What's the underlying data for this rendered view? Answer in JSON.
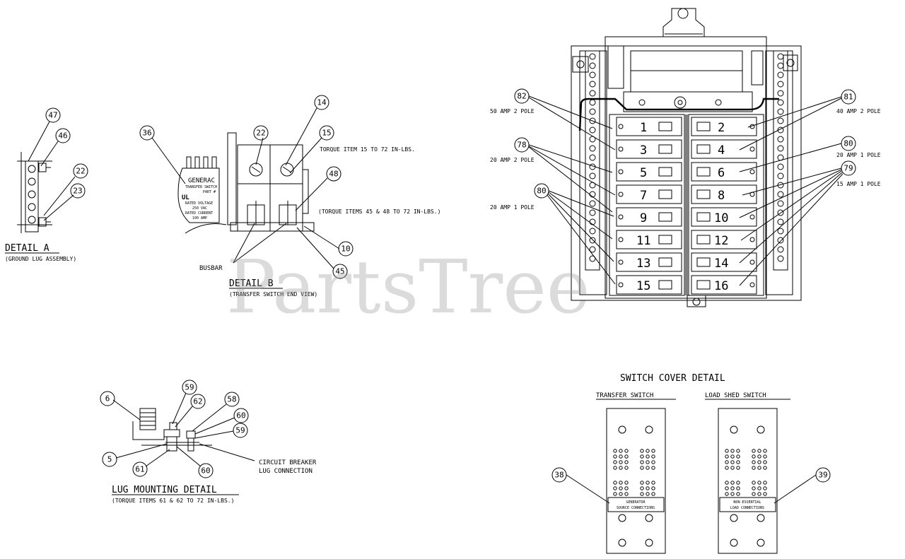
{
  "watermark": "PartsTree",
  "details": {
    "a": {
      "title": "DETAIL A",
      "subtitle": "(GROUND LUG ASSEMBLY)"
    },
    "b": {
      "title": "DETAIL B",
      "subtitle": "(TRANSFER SWITCH END VIEW)",
      "busbar_label": "BUSBAR",
      "torque_note_1": "TORQUE ITEM 15 TO 72 IN-LBS.",
      "torque_note_2": "(TORQUE ITEMS 45 & 48 TO 72 IN-LBS.)",
      "label_lines": [
        "GENERAC",
        "TRANSFER SWITCH",
        "PART #",
        "RATED VOLTAGE",
        "250 VAC",
        "RATED CURRENT",
        "100 AMP"
      ]
    },
    "lug": {
      "title": "LUG MOUNTING DETAIL",
      "subtitle": "(TORQUE ITEMS 61 & 62 TO 72 IN-LBS.)",
      "note_line1": "CIRCUIT BREAKER",
      "note_line2": "LUG CONNECTION"
    },
    "cover": {
      "title": "SWITCH COVER DETAIL",
      "left_title": "TRANSFER SWITCH",
      "right_title": "LOAD SHED SWITCH",
      "left_label_1": "GENERATOR",
      "left_label_2": "SOURCE CONNECTIONS",
      "right_label_1": "NON-ESSENTIAL",
      "right_label_2": "LOAD CONNECTIONS"
    }
  },
  "panel": {
    "ratings": {
      "r50": "50 AMP 2 POLE",
      "r20_2": "20 AMP 2 POLE",
      "r20_1_left": "20 AMP 1 POLE",
      "r40": "40 AMP 2 POLE",
      "r20_1_right": "20 AMP 1 POLE",
      "r15": "15 AMP 1 POLE"
    },
    "left_breakers": [
      "1",
      "3",
      "5",
      "7",
      "9",
      "11",
      "13",
      "15"
    ],
    "right_breakers": [
      "2",
      "4",
      "6",
      "8",
      "10",
      "12",
      "14",
      "16"
    ]
  },
  "callouts": {
    "c47": "47",
    "c46": "46",
    "c22a": "22",
    "c23": "23",
    "c36": "36",
    "c22b": "22",
    "c14": "14",
    "c15": "15",
    "c48": "48",
    "c10": "10",
    "c45": "45",
    "c82": "82",
    "c78": "78",
    "c80a": "80",
    "c81": "81",
    "c80b": "80",
    "c79": "79",
    "c6": "6",
    "c59a": "59",
    "c62": "62",
    "c58": "58",
    "c60a": "60",
    "c59b": "59",
    "c5": "5",
    "c61": "61",
    "c60b": "60",
    "c38": "38",
    "c39": "39"
  }
}
